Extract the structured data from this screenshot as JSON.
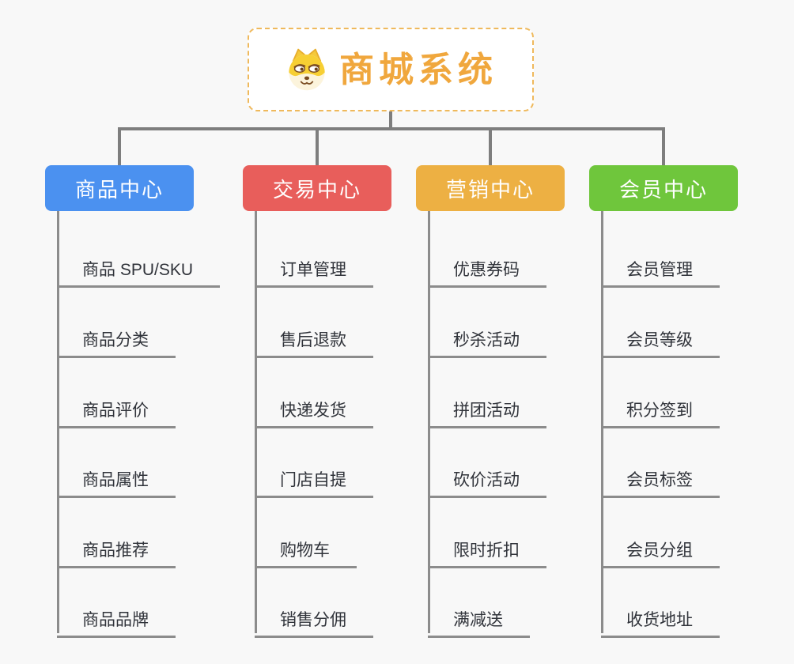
{
  "app": {
    "background": "#f8f8f8",
    "connector_color": "#7e7e7e",
    "leaf_line_color": "#8c8c8c",
    "leaf_text_color": "#30333a"
  },
  "root": {
    "title": "商城系统",
    "title_color": "#f0a73d",
    "border_color": "#efb95c",
    "icon": "doge-face-icon"
  },
  "branches": [
    {
      "id": "product-center",
      "label": "商品中心",
      "color": "#4b91f0",
      "children": [
        "商品 SPU/SKU",
        "商品分类",
        "商品评价",
        "商品属性",
        "商品推荐",
        "商品品牌"
      ]
    },
    {
      "id": "trade-center",
      "label": "交易中心",
      "color": "#e85e5b",
      "children": [
        "订单管理",
        "售后退款",
        "快递发货",
        "门店自提",
        "购物车",
        "销售分佣"
      ]
    },
    {
      "id": "marketing-center",
      "label": "营销中心",
      "color": "#edb043",
      "children": [
        "优惠券码",
        "秒杀活动",
        "拼团活动",
        "砍价活动",
        "限时折扣",
        "满减送"
      ]
    },
    {
      "id": "member-center",
      "label": "会员中心",
      "color": "#6fc63c",
      "children": [
        "会员管理",
        "会员等级",
        "积分签到",
        "会员标签",
        "会员分组",
        "收货地址"
      ]
    }
  ]
}
